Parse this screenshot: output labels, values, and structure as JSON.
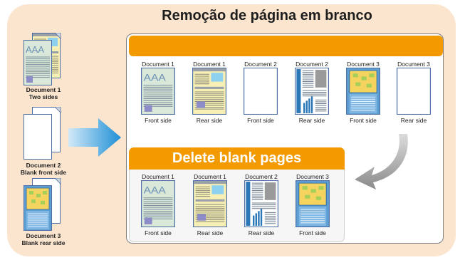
{
  "title": "Remoção de página em branco",
  "delete_header": "Delete blank pages",
  "sources": [
    {
      "name": "Document 1",
      "desc": "Two sides"
    },
    {
      "name": "Document 2",
      "desc": "Blank front side"
    },
    {
      "name": "Document 3",
      "desc": "Blank rear side"
    }
  ],
  "top_row": [
    {
      "name": "Document 1",
      "side": "Front side",
      "type": "text"
    },
    {
      "name": "Document 1",
      "side": "Rear side",
      "type": "yellow"
    },
    {
      "name": "Document 2",
      "side": "Front side",
      "type": "blank"
    },
    {
      "name": "Document 2",
      "side": "Rear side",
      "type": "blue"
    },
    {
      "name": "Document 3",
      "side": "Front side",
      "type": "map"
    },
    {
      "name": "Document 3",
      "side": "Rear side",
      "type": "blank"
    }
  ],
  "bottom_row": [
    {
      "name": "Document 1",
      "side": "Front side",
      "type": "text"
    },
    {
      "name": "Document 1",
      "side": "Rear side",
      "type": "yellow"
    },
    {
      "name": "Document 2",
      "side": "Rear side",
      "type": "blue"
    },
    {
      "name": "Document 3",
      "side": "Front side",
      "type": "map"
    }
  ],
  "page_text": "AAA",
  "colors": {
    "orange": "#f39a00",
    "arrow_blue": "#1e8fd6",
    "arrow_gray": "#8a8a8a",
    "background": "#fbe5cf"
  }
}
